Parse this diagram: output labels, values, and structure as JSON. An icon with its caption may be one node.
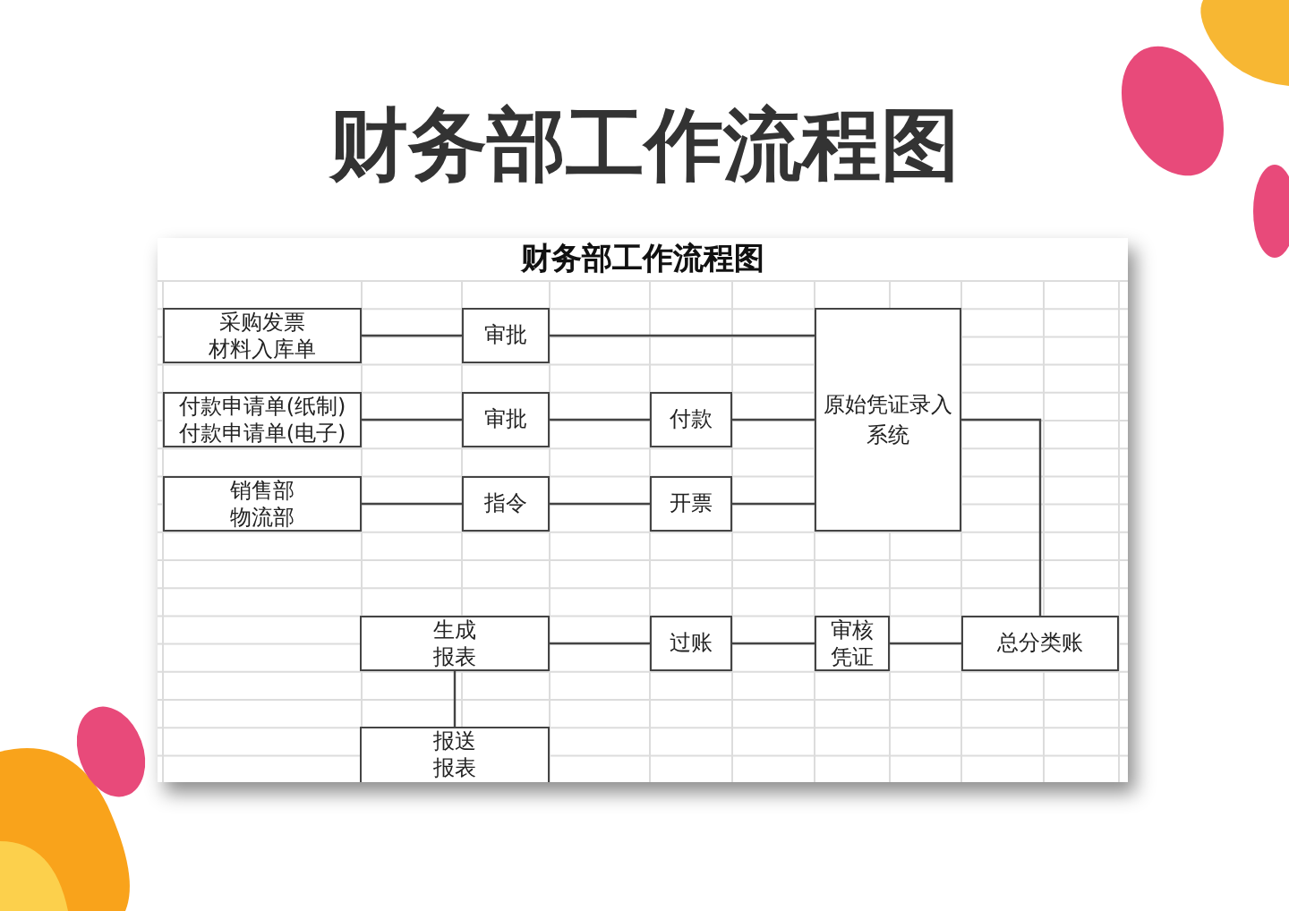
{
  "diagram": {
    "title": "财务部工作流程图",
    "nodes": [
      {
        "text": [
          "采购发票",
          "材料入库单"
        ]
      },
      {
        "text": [
          "审批"
        ]
      },
      {
        "text": [
          "付款申请单(纸制)",
          "付款申请单(电子)"
        ]
      },
      {
        "text": [
          "审批"
        ]
      },
      {
        "text": [
          "付款"
        ]
      },
      {
        "text": [
          "销售部",
          "物流部"
        ]
      },
      {
        "text": [
          "指令"
        ]
      },
      {
        "text": [
          "开票"
        ]
      },
      {
        "text": [
          "原始凭证录入系统"
        ]
      },
      {
        "text": [
          "生成报表"
        ]
      },
      {
        "text": [
          "过账"
        ]
      },
      {
        "text": [
          "审核凭证"
        ]
      },
      {
        "text": [
          "总分类账"
        ]
      },
      {
        "text": [
          "报送报表"
        ]
      }
    ],
    "edges": [
      {
        "from": 0,
        "to": 1,
        "arrow": "none"
      },
      {
        "from": 1,
        "to": 8,
        "arrow": "none"
      },
      {
        "from": 2,
        "to": 3,
        "arrow": "none"
      },
      {
        "from": 3,
        "to": 4,
        "arrow": "none"
      },
      {
        "from": 4,
        "to": 8,
        "arrow": "none"
      },
      {
        "from": 5,
        "to": 6,
        "arrow": "none"
      },
      {
        "from": 6,
        "to": 7,
        "arrow": "none"
      },
      {
        "from": 7,
        "to": 8,
        "arrow": "none"
      },
      {
        "from": 8,
        "to": 12,
        "arrow": "none"
      },
      {
        "from": 9,
        "to": 10,
        "arrow": "none"
      },
      {
        "from": 10,
        "to": 11,
        "arrow": "none"
      },
      {
        "from": 11,
        "to": 12,
        "arrow": "none"
      },
      {
        "from": 9,
        "to": 13,
        "arrow": "none"
      }
    ],
    "labels": [
      "财务部工作流程图"
    ]
  }
}
